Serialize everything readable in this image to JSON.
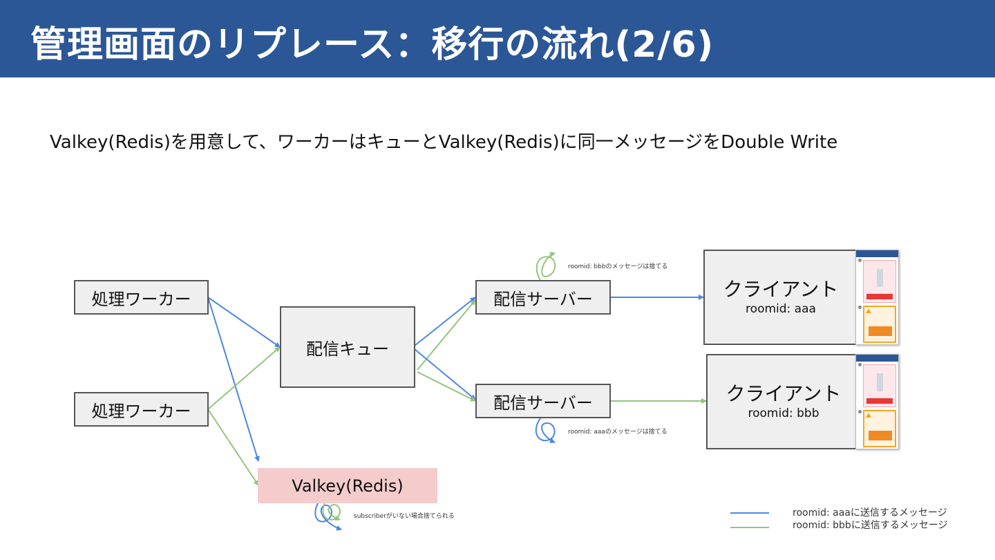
{
  "slide": {
    "title": "管理画面のリプレース：移行の流れ(2/6)",
    "subtitle": "Valkey(Redis)を用意して、ワーカーはキューとValkey(Redis)に同一メッセージをDouble Write"
  },
  "diagram": {
    "workers": [
      "処理ワーカー",
      "処理ワーカー"
    ],
    "queue": "配信キュー",
    "servers": [
      "配信サーバー",
      "配信サーバー"
    ],
    "clients": [
      {
        "title": "クライアント",
        "room": "roomid: aaa"
      },
      {
        "title": "クライアント",
        "room": "roomid: bbb"
      }
    ],
    "valkey": "Valkey(Redis)",
    "notes": {
      "server1_discard": "roomid: bbbのメッセージは捨てる",
      "server2_discard": "roomid: aaaのメッセージは捨てる",
      "valkey_discard": "subscriberがいない場合捨てられる"
    },
    "legend": [
      {
        "label": "roomid: aaaに送信するメッセージ",
        "color": "#4a86e8"
      },
      {
        "label": "roomid: bbbに送信するメッセージ",
        "color": "#93c47d"
      }
    ],
    "colors": {
      "header": "#2b5797",
      "blue_line": "#4a86e8",
      "green_line": "#93c47d",
      "valkey_fill": "#f4cccc"
    }
  }
}
